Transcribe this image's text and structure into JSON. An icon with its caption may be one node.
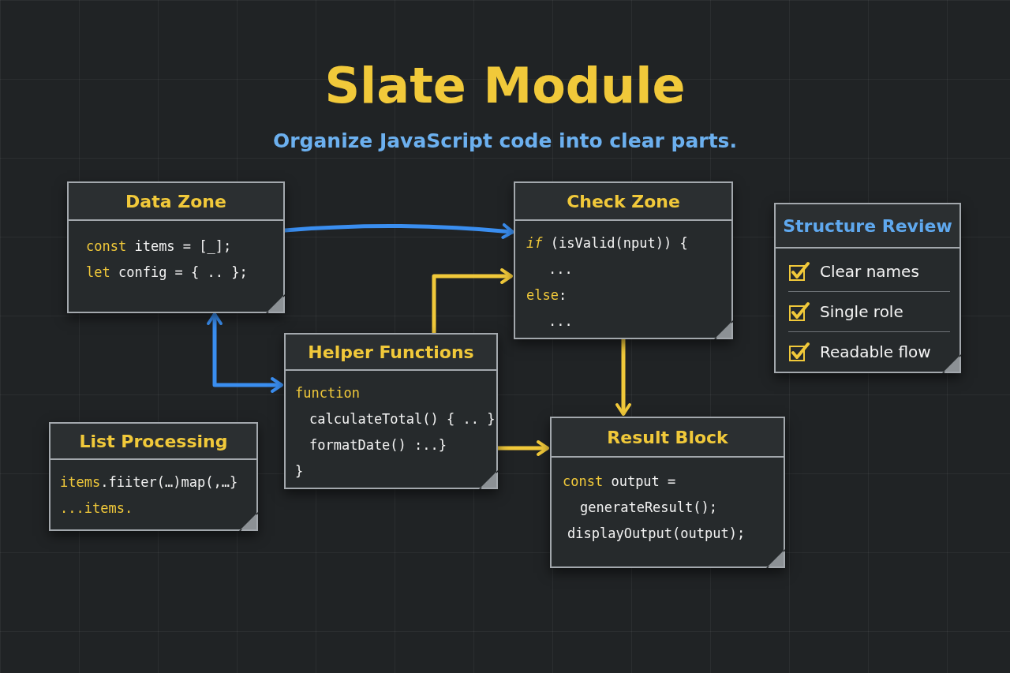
{
  "diagram": {
    "title": "Slate Module",
    "nodes": [
      {
        "text": [
          "Data Zone",
          "**const** items = [_];",
          "**let** config = { .. };"
        ]
      },
      {
        "text": [
          "Check Zone",
          "*if* (isValid(nput)) {",
          "...",
          "**else**:",
          "..."
        ]
      },
      {
        "text": [
          "Structure Review",
          "Clear names",
          "Single role",
          "Readable flow"
        ]
      },
      {
        "text": [
          "Helper Functions",
          "**function**",
          "calculateTotal() { .. }",
          "formatDate() :..}",
          "}"
        ]
      },
      {
        "text": [
          "List Processing",
          "**items**.fiiter(…)map(,…}",
          "**...items.**"
        ]
      },
      {
        "text": [
          "Result Block",
          "**const** output =",
          "generateResult();",
          "displayOutput(output);"
        ]
      }
    ],
    "edges": [
      {
        "from": 0,
        "to": 1,
        "arrow": "to",
        "color": "#3a8ef0"
      },
      {
        "from": 3,
        "to": 1,
        "arrow": "to"
      },
      {
        "from": 0,
        "to": 3,
        "arrow": "both",
        "color": "#3a8ef0"
      },
      {
        "from": 1,
        "to": 5,
        "arrow": "to"
      },
      {
        "from": 3,
        "to": 5,
        "arrow": "to"
      }
    ],
    "labels": [
      "Organize JavaScript code into clear parts."
    ]
  }
}
